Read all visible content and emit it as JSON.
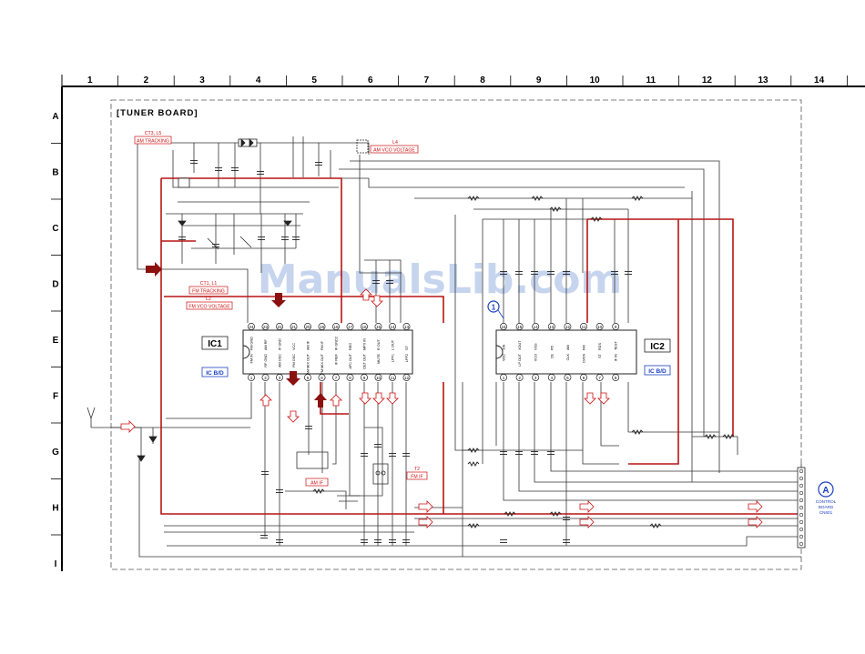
{
  "grid": {
    "columns": [
      "1",
      "2",
      "3",
      "4",
      "5",
      "6",
      "7",
      "8",
      "9",
      "10",
      "11",
      "12",
      "13",
      "14"
    ],
    "rows": [
      "A",
      "B",
      "C",
      "D",
      "E",
      "F",
      "G",
      "H",
      "I"
    ]
  },
  "board_title": "[TUNER BOARD]",
  "watermark": "ManualsLib.com",
  "ic1": {
    "name": "IC1",
    "ref_tag": "IC B/D",
    "top_pin_numbers": [
      "24",
      "23",
      "22",
      "21",
      "20",
      "19",
      "18",
      "17",
      "16",
      "15",
      "14",
      "13"
    ],
    "bottom_pin_numbers": [
      "1",
      "2",
      "3",
      "4",
      "5",
      "6",
      "7",
      "8",
      "9",
      "10",
      "11",
      "12"
    ],
    "top_pin_labels": [
      "FM IN",
      "RF GND",
      "AM OSC",
      "FM OSC",
      "AM MIX OUT",
      "FM MIX OUT",
      "IF REF",
      "AFC OUT",
      "DET OUT",
      "MUTE",
      "LPF1",
      "LPF2"
    ],
    "bottom_pin_labels": [
      "FM GND",
      "AM RF",
      "IF GND",
      "VCC",
      "AM IF",
      "FM IF",
      "IF GND2",
      "REG",
      "MPX IN",
      "R OUT",
      "L OUT",
      "ST"
    ]
  },
  "ic2": {
    "name": "IC2",
    "ref_tag": "IC B/D",
    "top_pin_numbers": [
      "16",
      "15",
      "14",
      "13",
      "12",
      "11",
      "10",
      "9"
    ],
    "bottom_pin_numbers": [
      "1",
      "2",
      "3",
      "4",
      "5",
      "6",
      "7",
      "8"
    ],
    "top_pin_labels": [
      "VDD",
      "LP OUT",
      "VCO",
      "CE",
      "CLK",
      "DATA",
      "ST",
      "IF IN"
    ],
    "bottom_pin_labels": [
      "XIN",
      "XOUT",
      "VSS",
      "PD",
      "AM",
      "FM",
      "RDS",
      "TEST"
    ]
  },
  "adjust_labels": {
    "ct3_l5": "CT3, L5",
    "am_tracking": "AM TRACKING",
    "l4": "L4",
    "am_vco_voltage": "AM VCO VOLTAGE",
    "ct1_l1": "CT1, L1",
    "fm_tracking": "FM TRACKING",
    "l2": "L2",
    "fm_vco_voltage": "FM VCO VOLTAGE",
    "am_if": "AM IF",
    "t2": "T2",
    "fm_if": "FM IF"
  },
  "connector": {
    "badge": "A",
    "label_line1": "CONTROL",
    "label_line2": "BOARD",
    "label_line3": "CN601"
  },
  "marker_1": "1",
  "colors": {
    "wire": "#333333",
    "signal_red": "#b81414",
    "adjust_red": "#cc1111",
    "ic_blue": "#1a3fc0",
    "watermark": "#c6d4ee"
  }
}
